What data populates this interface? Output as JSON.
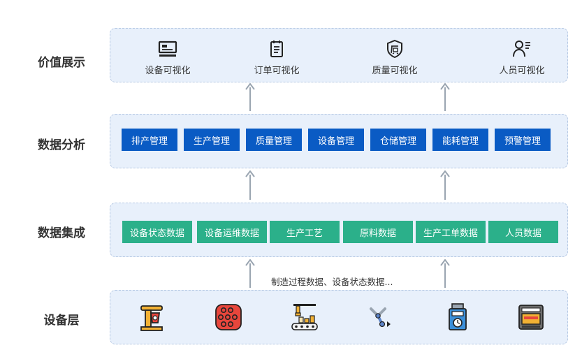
{
  "layers": {
    "value_display": {
      "label": "价值展示",
      "items": [
        "设备可视化",
        "订单可视化",
        "质量可视化",
        "人员可视化"
      ]
    },
    "data_analysis": {
      "label": "数据分析",
      "items": [
        "排产管理",
        "生产管理",
        "质量管理",
        "设备管理",
        "仓储管理",
        "能耗管理",
        "预警管理"
      ]
    },
    "data_integration": {
      "label": "数据集成",
      "items": [
        "设备状态数据",
        "设备运维数据",
        "生产工艺",
        "原料数据",
        "生产工单数据",
        "人员数据"
      ]
    },
    "device_layer": {
      "label": "设备层"
    }
  },
  "flow_label": "制造过程数据、设备状态数据...",
  "icons": {
    "value_display": [
      "monitor-icon",
      "clipboard-icon",
      "shield-quality-icon",
      "user-list-icon"
    ],
    "devices": [
      "mixer-machine-icon",
      "baking-tray-icon",
      "conveyor-line-icon",
      "robot-arm-icon",
      "weighing-scale-icon",
      "oven-icon"
    ]
  },
  "colors": {
    "panel_bg": "#e8f0fb",
    "analysis_button": "#0a5bc4",
    "integration_box": "#2bb08a",
    "arrow": "#9aa5b1"
  }
}
